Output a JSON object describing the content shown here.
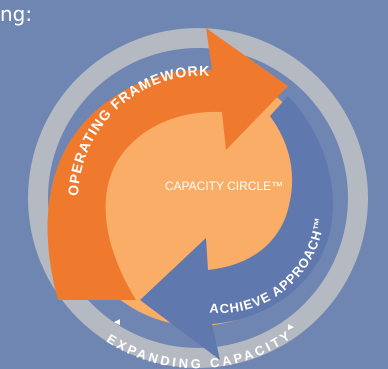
{
  "heading_fragment": "ng:",
  "diagram": {
    "center_label": "CAPACITY CIRCLE™",
    "left_arrow_label": "OPERATING FRAMEWORK",
    "right_arrow_label": "ACHIEVE APPROACH™",
    "outer_ring_label": "EXPANDING CAPACITY",
    "colors": {
      "background": "#6f86b3",
      "outer_ring": "#b5bac2",
      "ring_inner_edge": "#cfd3da",
      "center_circle": "#f9ad66",
      "left_arrow": "#ef7a2e",
      "right_arrow": "#5f78ad",
      "label_text": "#ffffff"
    }
  }
}
